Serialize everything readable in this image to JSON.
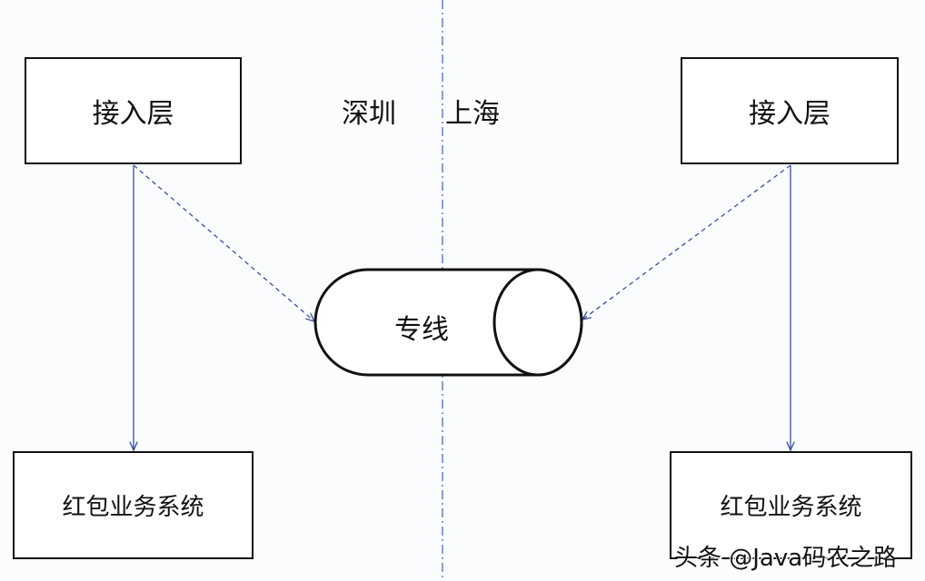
{
  "left": {
    "top_box": "接入层",
    "bottom_box": "红包业务系统",
    "region": "深圳"
  },
  "right": {
    "top_box": "接入层",
    "bottom_box": "红包业务系统",
    "region": "上海"
  },
  "center": {
    "link_label": "专线"
  },
  "watermark": "头条 @Java码农之路",
  "colors": {
    "arrow": "#3b4fa0",
    "divider": "#4a6fb0",
    "border": "#111111"
  }
}
